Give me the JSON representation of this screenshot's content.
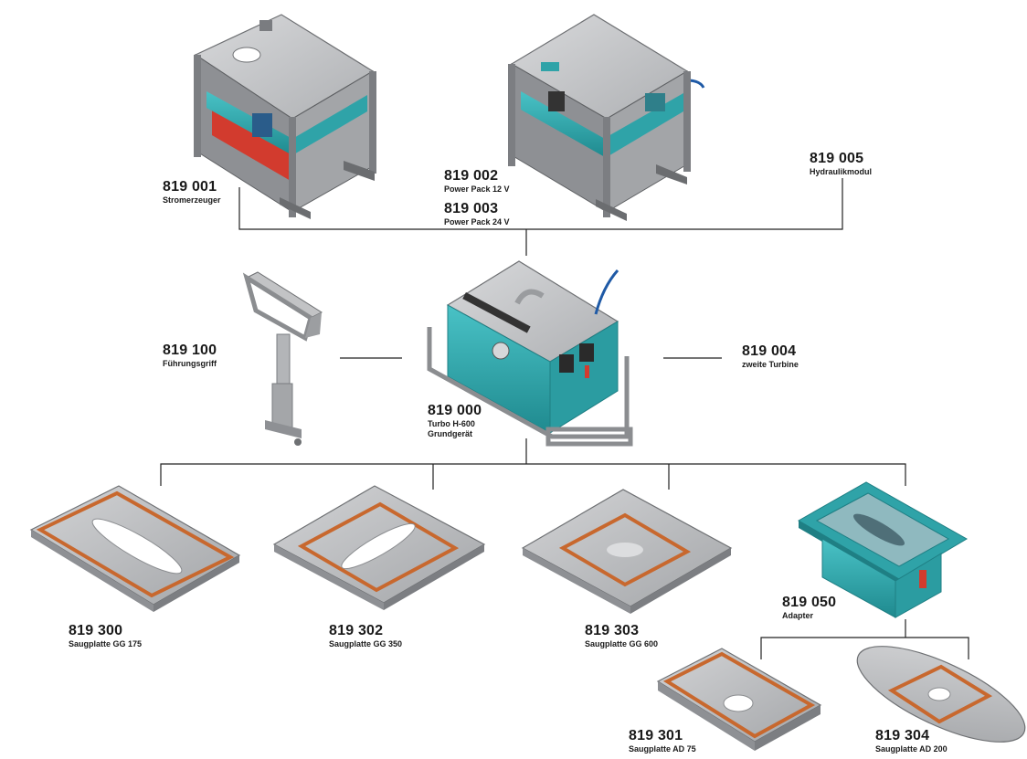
{
  "colors": {
    "frame_gray": "#9a9c9f",
    "frame_dark": "#6e7073",
    "top_gray": "#c9cacc",
    "teal": "#2fa3a8",
    "teal_dark": "#1f7f84",
    "red": "#d23b2e",
    "orange_gasket": "#c8682e",
    "plate_gray": "#b9babc",
    "line": "#222222"
  },
  "products": [
    {
      "id": "p819001",
      "number": "819 001",
      "name": "Stromerzeuger",
      "image": "generator-unit"
    },
    {
      "id": "p819002",
      "number": "819 002",
      "name": "Power Pack 12 V",
      "image": "power-pack-unit"
    },
    {
      "id": "p819003",
      "number": "819 003",
      "name": "Power Pack 24 V",
      "image": "power-pack-unit"
    },
    {
      "id": "p819005",
      "number": "819 005",
      "name": "Hydraulikmodul",
      "image": ""
    },
    {
      "id": "p819100",
      "number": "819 100",
      "name": "Führungsgriff",
      "image": "guide-handle"
    },
    {
      "id": "p819000",
      "number": "819 000",
      "name": "Turbo H-600",
      "name2": "Grundgerät",
      "image": "turbo-base-unit"
    },
    {
      "id": "p819004",
      "number": "819 004",
      "name": "zweite Turbine",
      "image": ""
    },
    {
      "id": "p819300",
      "number": "819 300",
      "name": "Saugplatte GG 175",
      "image": "suction-plate"
    },
    {
      "id": "p819302",
      "number": "819 302",
      "name": "Saugplatte GG 350",
      "image": "suction-plate"
    },
    {
      "id": "p819303",
      "number": "819 303",
      "name": "Saugplatte GG 600",
      "image": "suction-plate"
    },
    {
      "id": "p819050",
      "number": "819 050",
      "name": "Adapter",
      "image": "adapter-unit"
    },
    {
      "id": "p819301",
      "number": "819 301",
      "name": "Saugplatte AD 75",
      "image": "suction-plate"
    },
    {
      "id": "p819304",
      "number": "819 304",
      "name": "Saugplatte AD 200",
      "image": "oval-suction-plate"
    }
  ]
}
